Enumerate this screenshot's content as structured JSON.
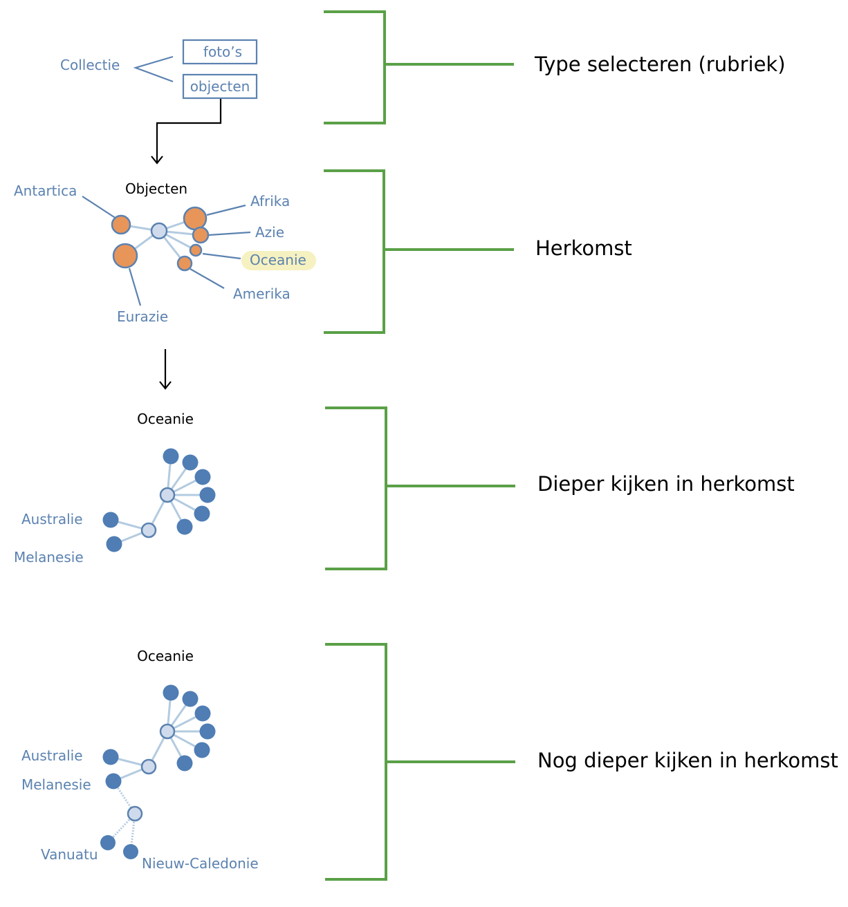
{
  "colors": {
    "node_blue": "#4f7db4",
    "hub_fill": "#cfdbec",
    "label_blue": "#5b82b0",
    "orange_node": "#e8955a",
    "bracket_green": "#5aa047",
    "highlight": "#f6f1c0"
  },
  "step1": {
    "collection_label": "Collectie",
    "type_photos": "foto’s",
    "type_objects": "objecten"
  },
  "step2": {
    "title": "Objecten",
    "continents": {
      "antartica": "Antartica",
      "afrika": "Afrika",
      "azie": "Azie",
      "oceanie": "Oceanie",
      "amerika": "Amerika",
      "eurazie": "Eurazie"
    }
  },
  "step3": {
    "title": "Oceanie",
    "regions": {
      "australie": "Australie",
      "melanesie": "Melanesie"
    }
  },
  "step4": {
    "title": "Oceanie",
    "regions": {
      "australie": "Australie",
      "melanesie": "Melanesie",
      "vanuatu": "Vanuatu",
      "nieuw_caledonie": "Nieuw-Caledonie"
    }
  },
  "steps": [
    {
      "label": "Type selecteren (rubriek)"
    },
    {
      "label": "Herkomst"
    },
    {
      "label": "Dieper kijken in herkomst"
    },
    {
      "label": "Nog dieper kijken in herkomst"
    }
  ]
}
